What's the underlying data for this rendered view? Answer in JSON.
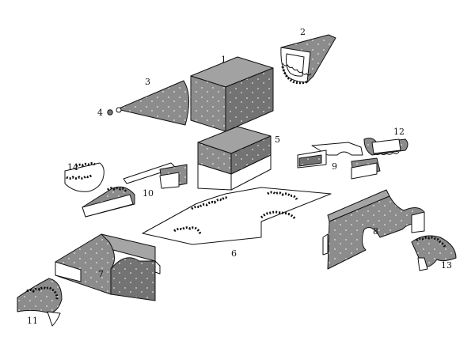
{
  "figure": {
    "parts": [
      {
        "id": "part-1",
        "label": "1",
        "name": "large-block"
      },
      {
        "id": "part-2",
        "label": "2",
        "name": "wedge-with-scalloped-opening"
      },
      {
        "id": "part-3",
        "label": "3",
        "name": "cone"
      },
      {
        "id": "part-4",
        "label": "4",
        "name": "small-sphere"
      },
      {
        "id": "part-5",
        "label": "5",
        "name": "stacked-block"
      },
      {
        "id": "part-6",
        "label": "6",
        "name": "flat-plate-with-scalloped-cutouts"
      },
      {
        "id": "part-7",
        "label": "7",
        "name": "left-arch-bridge"
      },
      {
        "id": "part-8",
        "label": "8",
        "name": "right-arch-bridge"
      },
      {
        "id": "part-9",
        "label": "9",
        "name": "open-channel-piece"
      },
      {
        "id": "part-10",
        "label": "10",
        "name": "open-trough-piece"
      },
      {
        "id": "part-11",
        "label": "11",
        "name": "curved-scalloped-piece-left"
      },
      {
        "id": "part-12",
        "label": "12",
        "name": "curved-channel-small"
      },
      {
        "id": "part-13",
        "label": "13",
        "name": "curved-scalloped-piece-right"
      },
      {
        "id": "part-14",
        "label": "14",
        "name": "curved-open-channel-left"
      }
    ],
    "colors": {
      "shade": "#8c8c8c",
      "shade_dark": "#6f6f6f",
      "line": "#111111",
      "paper": "#ffffff",
      "dots": "#e8e8e8"
    }
  }
}
